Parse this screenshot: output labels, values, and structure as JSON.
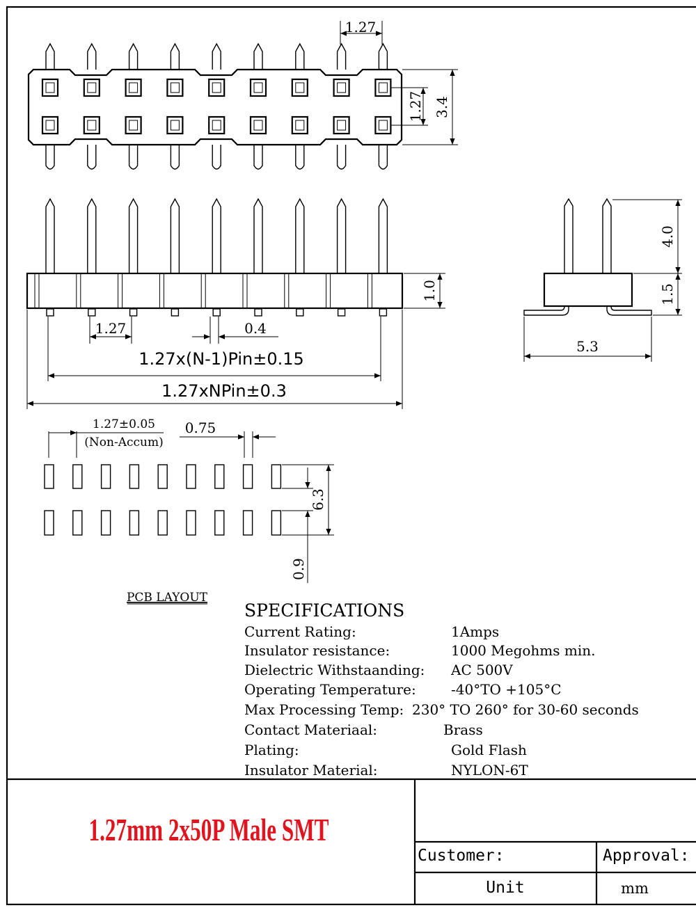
{
  "top_view": {
    "pitch_label": "1.27",
    "row_pitch_label": "1.27",
    "width_label": "3.4"
  },
  "front_view": {
    "body_height_label": "1.0",
    "pitch_label": "1.27",
    "pin_width_label": "0.4",
    "span_formula": "1.27x(N-1)Pin±0.15",
    "length_formula": "1.27xNPin±0.3"
  },
  "side_view": {
    "pin_length_label": "4.0",
    "body_height_label": "1.5",
    "foot_span_label": "5.3"
  },
  "pcb_layout": {
    "pitch_label": "1.27±0.05",
    "pitch_note": "(Non-Accum)",
    "pad_width_label": "0.75",
    "row_span_label": "6.3",
    "pad_gap_label": "0.9",
    "caption": "PCB LAYOUT"
  },
  "specifications": {
    "title": "SPECIFICATIONS",
    "rows": [
      {
        "label": "Current Rating:",
        "value": "1Amps"
      },
      {
        "label": "Insulator resistance:",
        "value": "1000 Megohms min."
      },
      {
        "label": "Dielectric Withstaanding:",
        "value": "AC 500V"
      },
      {
        "label": "Operating Temperature:",
        "value": "-40°TO +105°C"
      },
      {
        "label": "Max Processing Temp:",
        "value": "230° TO 260° for 30-60 seconds"
      },
      {
        "label": "Contact Materiaal:",
        "value": "Brass"
      },
      {
        "label": "Plating:",
        "value": "Gold  Flash"
      },
      {
        "label": "Insulator Material:",
        "value": "NYLON-6T"
      }
    ]
  },
  "title_block": {
    "product_title": "1.27mm 2x50P Male SMT",
    "customer_label": "Customer:",
    "approval_label": "Approval:",
    "unit_label": "Unit",
    "unit_value": "mm",
    "title_color": "#e0141e"
  }
}
